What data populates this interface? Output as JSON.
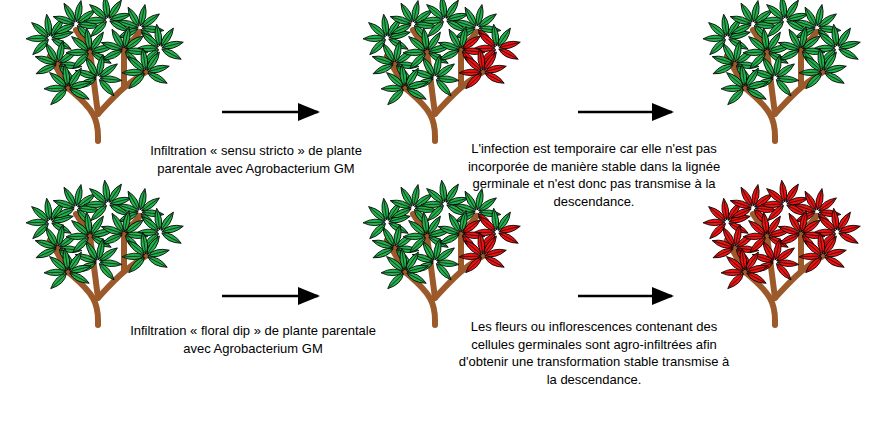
{
  "diagram": {
    "labels": [
      "Infiltration « sensu stricto » de plante parentale avec Agrobacterium GM",
      "L'infection est temporaire car elle n'est pas incorporée de manière stable dans la lignée germinale et n'est donc pas transmise à la descendance.",
      "Infiltration « floral dip » de plante parentale avec Agrobacterium GM",
      "Les fleurs ou inflorescences contenant des cellules germinales sont agro-infiltrées afin d'obtenir une transformation stable transmise à la descendance."
    ]
  }
}
